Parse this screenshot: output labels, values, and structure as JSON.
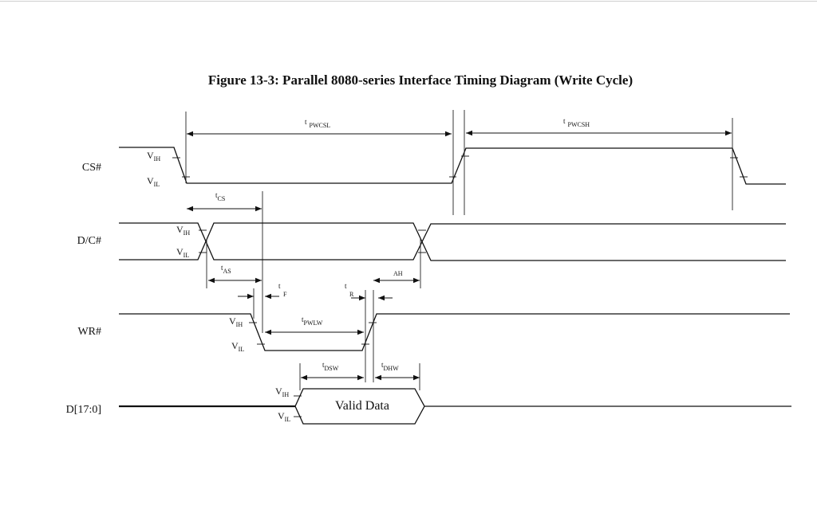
{
  "figure": {
    "title": "Figure 13-3: Parallel 8080-series Interface Timing Diagram (Write Cycle)"
  },
  "signals": {
    "cs": "CS#",
    "dc": "D/C#",
    "wr": "WR#",
    "data": "D[17:0]"
  },
  "levels": {
    "vih_main": "V",
    "vih_sub": "IH",
    "vil_main": "V",
    "vil_sub": "IL"
  },
  "timings": {
    "t": "t",
    "pwcsl": "PWCSL",
    "pwcsh": "PWCSH",
    "cs": "CS",
    "as": "AS",
    "ah": "AH",
    "f": "F",
    "r": "R",
    "pwlw": "PWLW",
    "dsw": "DSW",
    "dhw": "DHW"
  },
  "data_label": "Valid Data",
  "colors": {
    "ink": "#111111",
    "background": "#ffffff"
  }
}
